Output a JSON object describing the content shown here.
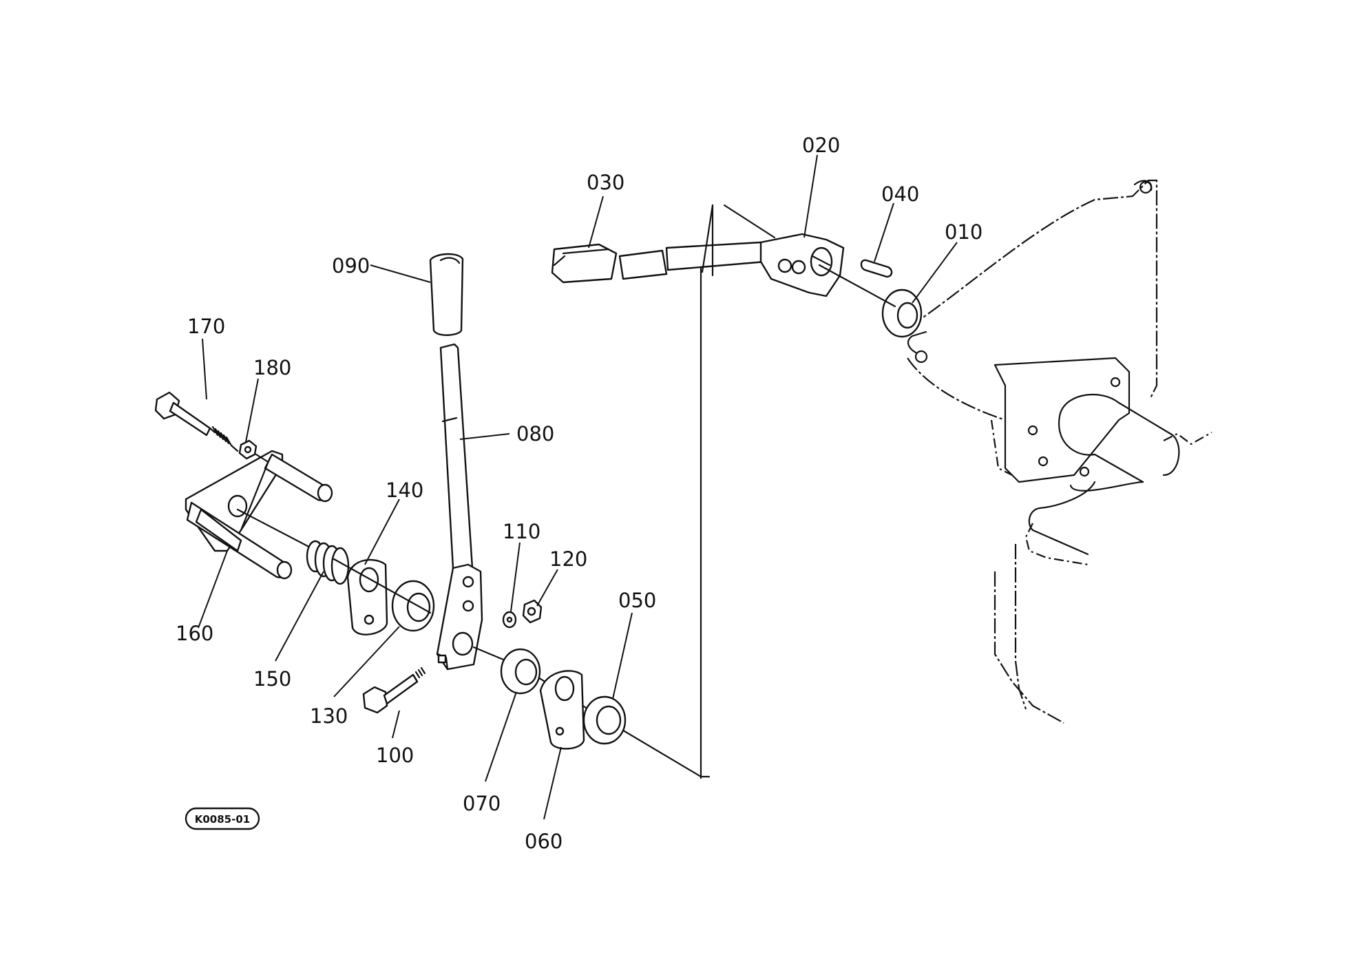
{
  "callouts": {
    "p010": "010",
    "p020": "020",
    "p030": "030",
    "p040": "040",
    "p050": "050",
    "p060": "060",
    "p070": "070",
    "p080": "080",
    "p090": "090",
    "p100": "100",
    "p110": "110",
    "p120": "120",
    "p130": "130",
    "p140": "140",
    "p150": "150",
    "p160": "160",
    "p170": "170",
    "p180": "180"
  },
  "diagram_code": "K0085-01",
  "colors": {
    "ink": "#111111",
    "paper": "#ffffff"
  }
}
